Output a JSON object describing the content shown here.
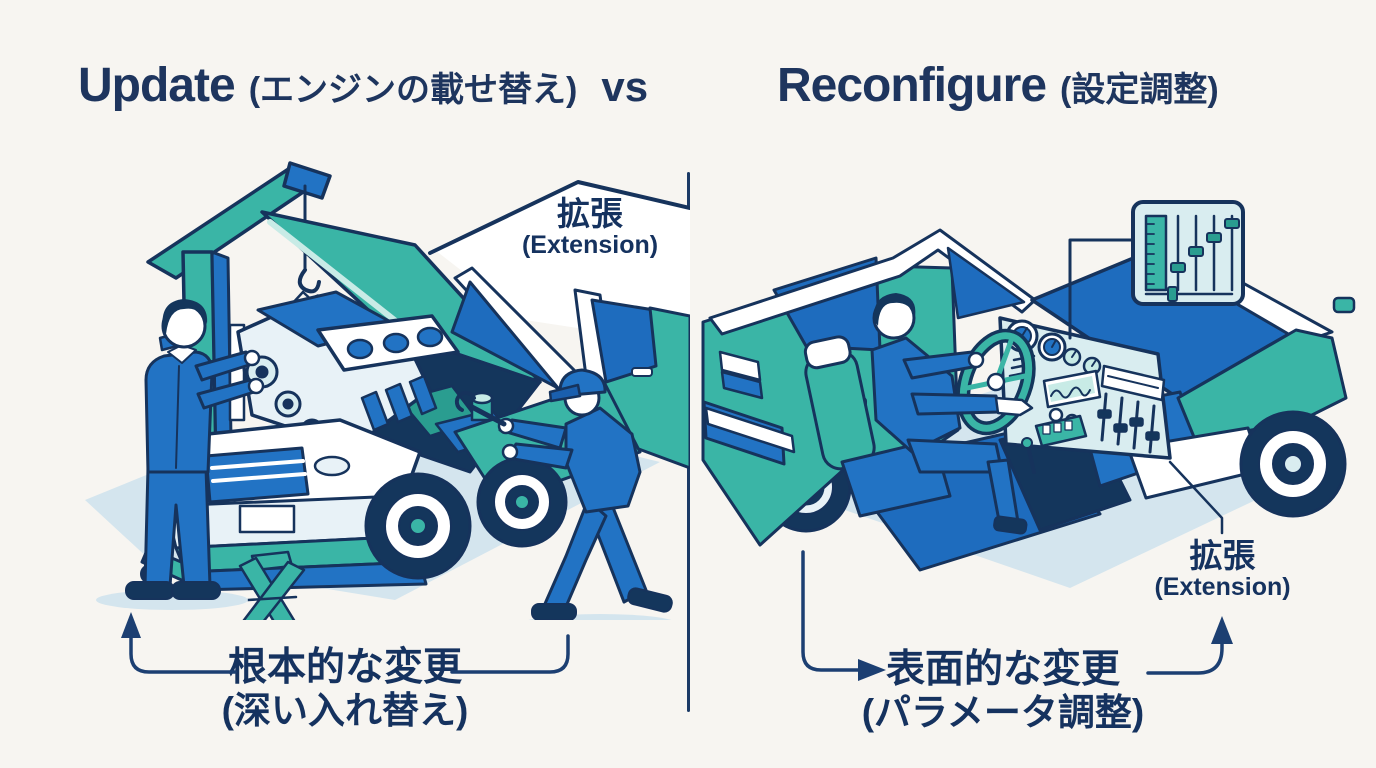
{
  "header": {
    "left_title": "Update",
    "left_subtitle": "(エンジンの載せ替え)",
    "vs": "vs",
    "right_title": "Reconfigure",
    "right_subtitle": "(設定調整)"
  },
  "left_scene": {
    "extension_label_jp": "拡張",
    "extension_label_en": "(Extension)",
    "caption_line1": "根本的な変更",
    "caption_line2": "(深い入れ替え)"
  },
  "right_scene": {
    "extension_label_jp": "拡張",
    "extension_label_en": "(Extension)",
    "caption_line1": "表面的な変更",
    "caption_line2": "(パラメータ調整)"
  },
  "colors": {
    "background": "#f7f5f1",
    "navy_outline": "#16335c",
    "title_navy": "#1e355e",
    "blue": "#2273c4",
    "glass_blue": "#1e6cbe",
    "teal": "#3ab5a6",
    "dark_teal": "#2a9d90",
    "pale_teal": "#c8ebe6",
    "pale_blue": "#d9edf0",
    "shadow_blue": "#d4e5ee",
    "white": "#ffffff"
  }
}
